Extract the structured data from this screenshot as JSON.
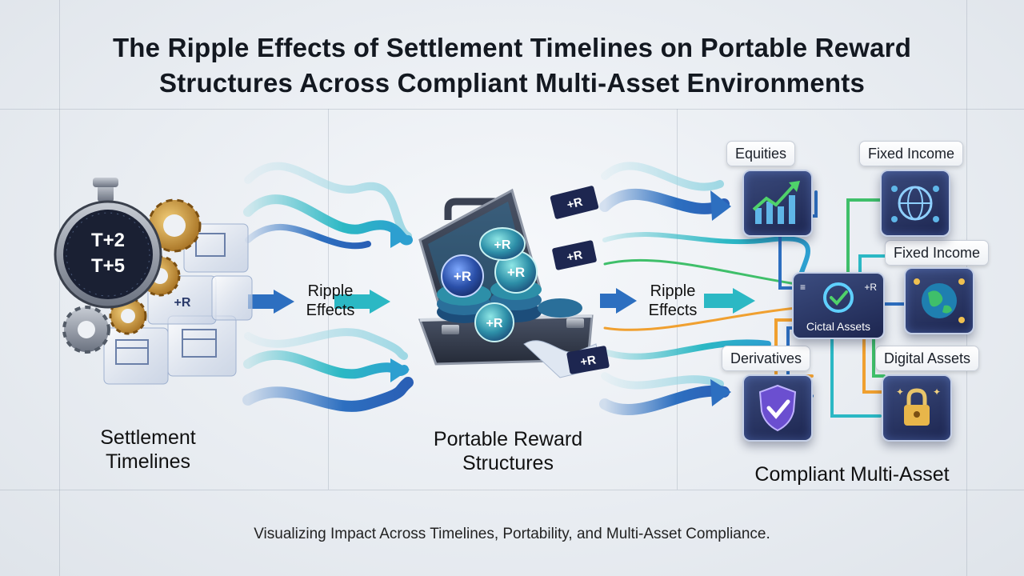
{
  "title": {
    "line1": "The Ripple Effects of Settlement Timelines on Portable Reward",
    "line2": "Structures Across Compliant Multi-Asset Environments"
  },
  "sections": {
    "settlement": {
      "line1": "Settlement",
      "line2": "Timelines"
    },
    "portable": {
      "line1": "Portable Reward",
      "line2": "Structures"
    },
    "multi_asset": {
      "label": "Compliant Multi-Asset"
    }
  },
  "stopwatch": {
    "line1": "T+2",
    "line2": "T+5"
  },
  "ripple_left": {
    "line1": "Ripple",
    "line2": "Effects"
  },
  "ripple_right": {
    "line1": "Ripple",
    "line2": "Effects"
  },
  "reward_token": "+R",
  "asset_tags": {
    "equities": "Equities",
    "fixed_income_top": "Fixed Income",
    "fixed_income_mid": "Fixed Income",
    "derivatives": "Derivatives",
    "digital_assets": "Digital Assets"
  },
  "hub": {
    "label": "Cictal Assets",
    "left_mark": "≡",
    "right_mark": "+R"
  },
  "footer": "Visualizing Impact Across Timelines, Portability, and Multi-Asset Compliance.",
  "colors": {
    "teal": "#2bb8c4",
    "blue": "#2d6fc0",
    "navy": "#1d2650",
    "green": "#3fbf6a",
    "orange": "#f0a030"
  },
  "icons": {
    "stopwatch": "stopwatch-icon",
    "gears": "gear-icon",
    "calendar_cubes": "calendar-icon",
    "briefcase": "briefcase-icon",
    "equities": "bar-chart-icon",
    "fixed_income_top": "globe-network-icon",
    "fixed_income_mid": "globe-icon",
    "derivatives": "shield-check-icon",
    "digital_assets": "padlock-icon",
    "hub": "check-circle-icon"
  }
}
